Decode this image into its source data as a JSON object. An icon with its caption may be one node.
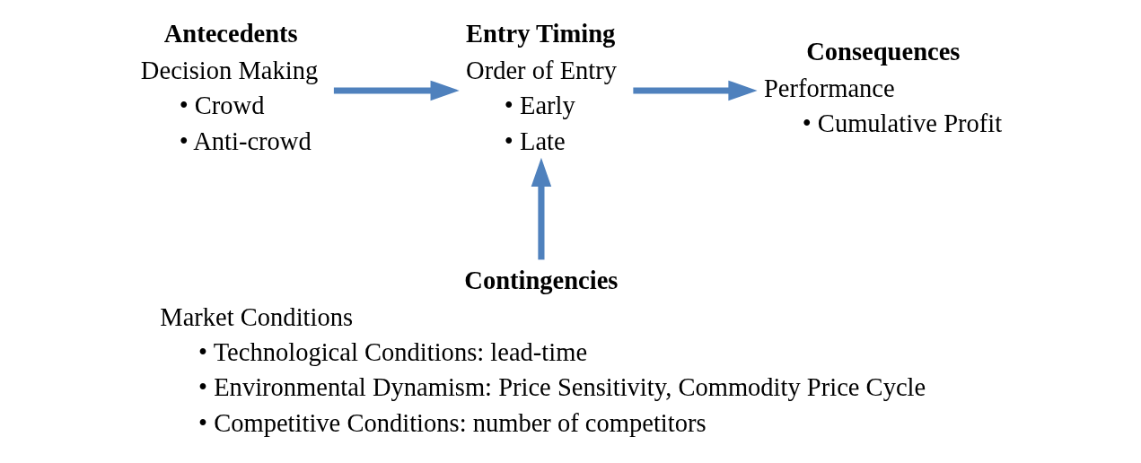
{
  "diagram": {
    "nodes": [
      {
        "text": [
          "Antecedents",
          "Decision Making",
          "• Crowd",
          "• Anti-crowd"
        ]
      },
      {
        "text": [
          "Entry Timing",
          "Order of Entry",
          "• Early",
          "• Late"
        ]
      },
      {
        "text": [
          "Consequences",
          "Performance",
          "• Cumulative Profit"
        ]
      },
      {
        "text": [
          "Contingencies",
          "Market Conditions",
          "• Technological Conditions: lead-time",
          "• Environmental Dynamism: Price Sensitivity, Commodity Price Cycle",
          "• Competitive Conditions: number of competitors"
        ]
      }
    ],
    "edges": [
      {
        "from": 0,
        "to": 1,
        "arrow": "to"
      },
      {
        "from": 1,
        "to": 2,
        "arrow": "to"
      },
      {
        "from": 3,
        "to": 1,
        "arrow": "to"
      }
    ]
  }
}
